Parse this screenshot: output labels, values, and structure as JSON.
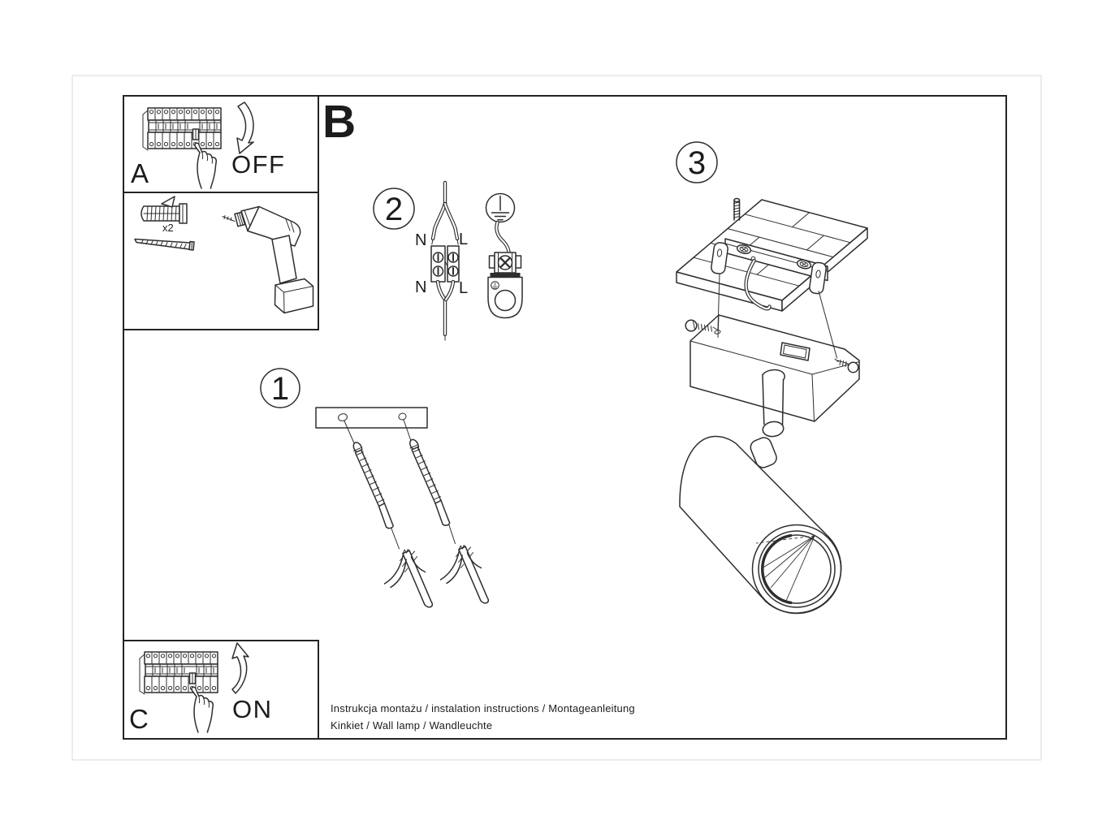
{
  "labels": {
    "section_a": "A",
    "section_a_action": "OFF",
    "section_b": "B",
    "section_c": "C",
    "section_c_action": "ON",
    "anchor_quantity": "x2",
    "step_1": "1",
    "step_2": "2",
    "step_3": "3"
  },
  "wiring": {
    "n_top": "N",
    "l_top": "L",
    "n_bottom": "N",
    "l_bottom": "L"
  },
  "footer": {
    "line_1": "Instrukcja montażu / instalation instructions / Montageanleitung",
    "line_2": "Kinkiet / Wall lamp / Wandleuchte"
  },
  "colors": {
    "ink": "#2e2e2e",
    "paper": "#ffffff",
    "outer_frame": "#dadada"
  }
}
